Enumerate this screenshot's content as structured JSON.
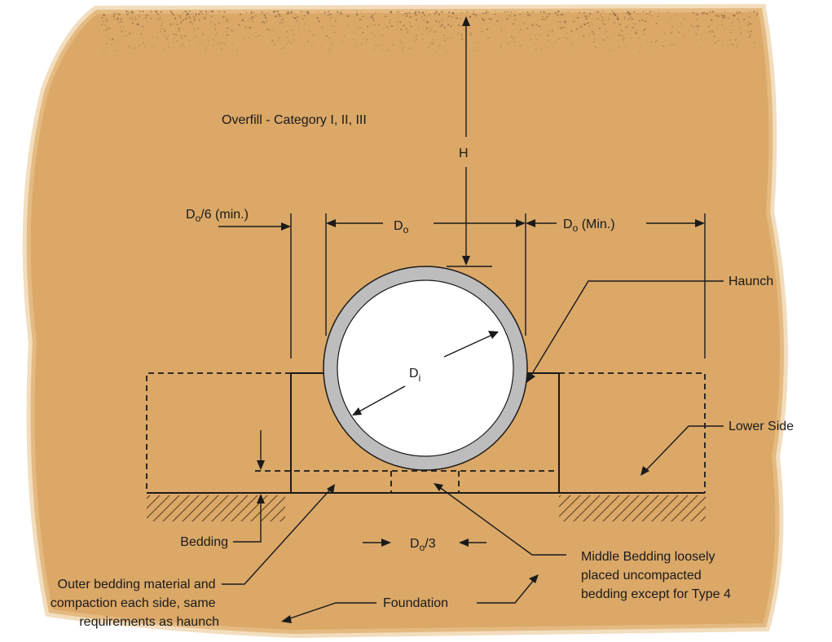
{
  "colors": {
    "soil": "#dba868",
    "soil_edge": "#e9c793",
    "pipe_wall": "#bdbdbd",
    "pipe_inner": "#ffffff",
    "line": "#1a1a1a"
  },
  "labels": {
    "overfill": "Overfill - Category I, II, III",
    "height": "H",
    "do_sixth_base": "D",
    "do_sixth_sub": "o",
    "do_sixth_rest": "/6 (min.)",
    "do_base": "D",
    "do_sub": "o",
    "do_min_base": "D",
    "do_min_sub": "o",
    "do_min_rest": " (Min.)",
    "di_base": "D",
    "di_sub": "i",
    "do_third_base": "D",
    "do_third_sub": "o",
    "do_third_rest": "/3",
    "haunch": "Haunch",
    "lower_side": "Lower Side",
    "bedding": "Bedding",
    "outer_bedding": [
      "Outer bedding material and",
      "compaction each side, same",
      "requirements as haunch"
    ],
    "middle_bedding": [
      "Middle Bedding loosely",
      "placed uncompacted",
      "bedding except for Type 4"
    ],
    "foundation": "Foundation"
  }
}
